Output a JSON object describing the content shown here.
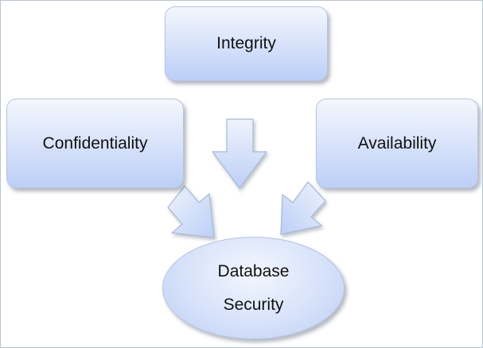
{
  "diagram": {
    "nodes": {
      "integrity": "Integrity",
      "confidentiality": "Confidentiality",
      "availability": "Availability",
      "database_security_line1": "Database",
      "database_security_line2": "Security"
    },
    "edges": [
      {
        "from": "integrity",
        "to": "database_security"
      },
      {
        "from": "confidentiality",
        "to": "database_security"
      },
      {
        "from": "availability",
        "to": "database_security"
      }
    ],
    "colors": {
      "box_fill_top": "#f4f7fd",
      "box_fill_bottom": "#bccff7",
      "box_border": "#b7c4dc",
      "arrow_fill": "#cfdcf8",
      "arrow_border": "#aab9d4",
      "text": "#111111"
    }
  }
}
